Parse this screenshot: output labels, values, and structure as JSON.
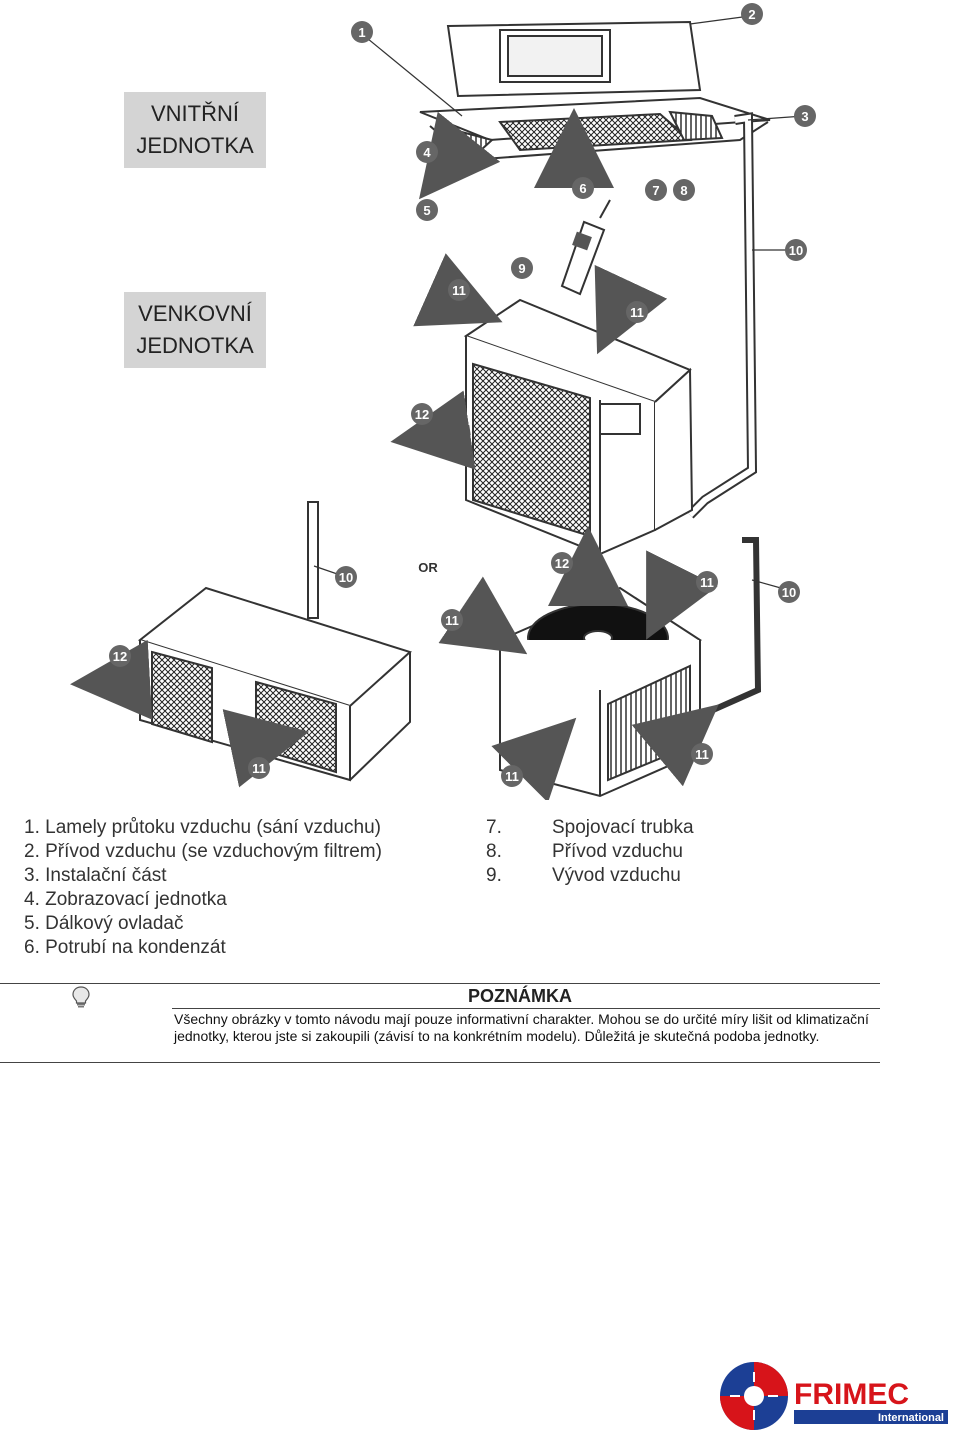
{
  "labels": {
    "indoor": "VNITŘNÍ JEDNOTKA",
    "outdoor": "VENKOVNÍ JEDNOTKA",
    "or": "OR"
  },
  "callouts": [
    "1",
    "2",
    "3",
    "4",
    "5",
    "6",
    "7",
    "8",
    "9",
    "10",
    "11",
    "12"
  ],
  "legend_left": [
    "1. Lamely průtoku vzduchu (sání vzduchu)",
    "2. Přívod vzduchu (se vzduchovým filtrem)",
    "3. Instalační část",
    "4. Zobrazovací jednotka",
    "5. Dálkový ovladač",
    "6. Potrubí na kondenzát"
  ],
  "legend_right": [
    {
      "num": "7.",
      "text": "Spojovací trubka"
    },
    {
      "num": "8.",
      "text": "Přívod vzduchu"
    },
    {
      "num": "9.",
      "text": "Vývod vzduchu"
    }
  ],
  "note": {
    "title": "POZNÁMKA",
    "text": "Všechny obrázky v tomto návodu mají pouze informativní charakter. Mohou se do určité míry lišit od klimatizační jednotky, kterou jste si zakoupili (závisí to na konkrétním modelu). Důležitá je skutečná podoba jednotky."
  },
  "logo": {
    "name": "FRIMEC",
    "sub": "International",
    "colors": {
      "red": "#d7141a",
      "blue": "#1c3f95"
    }
  }
}
